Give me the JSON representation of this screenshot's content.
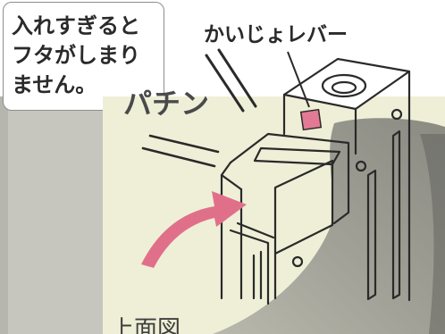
{
  "callout": {
    "lines": [
      "入れすぎると",
      "フタがしまり",
      "ません。"
    ]
  },
  "labels": {
    "release_lever": "かいじょレバー",
    "snap_sound": "パチン",
    "top_view": "上面図"
  },
  "colors": {
    "arrow": "#e0708a",
    "lever_button": "#e27a93",
    "overlay": "#efefd8",
    "ink": "#2a2a2a"
  }
}
